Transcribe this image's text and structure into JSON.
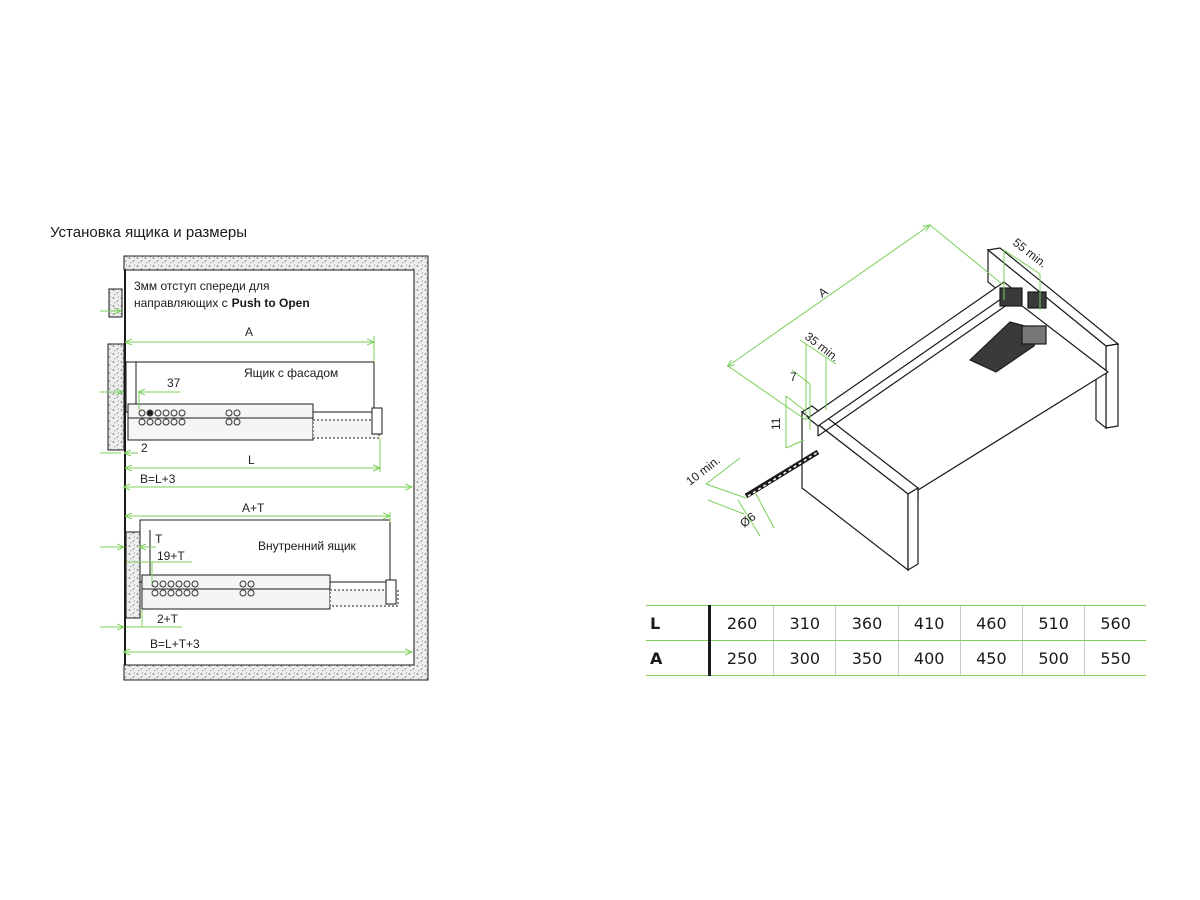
{
  "title": "Установка ящика и размеры",
  "left_diagram": {
    "note_line1": "3мм отступ спереди для",
    "note_line2": "направляющих с",
    "note_bold": "Push to Open",
    "drawer_with_front": "Ящик с фасадом",
    "inner_drawer": "Внутренний ящик",
    "dims": {
      "a": "A",
      "d37": "37",
      "d2": "2",
      "l": "L",
      "b_eq": "B=L+3",
      "a_plus_t": "A+T",
      "t": "T",
      "d19t": "19+T",
      "d2t": "2+T",
      "b_eq2": "B=L+T+3"
    }
  },
  "right_diagram": {
    "a": "A",
    "min55": "55 min.",
    "min35": "35 min.",
    "d7": "7",
    "d11": "11",
    "min10": "10 min.",
    "dia6": "Ø6"
  },
  "table": {
    "rows": [
      {
        "label": "L",
        "values": [
          "260",
          "310",
          "360",
          "410",
          "460",
          "510",
          "560"
        ]
      },
      {
        "label": "A",
        "values": [
          "250",
          "300",
          "350",
          "400",
          "450",
          "500",
          "550"
        ]
      }
    ]
  },
  "colors": {
    "dimension_line": "#7ccf5a",
    "line": "#1a1a1a"
  }
}
